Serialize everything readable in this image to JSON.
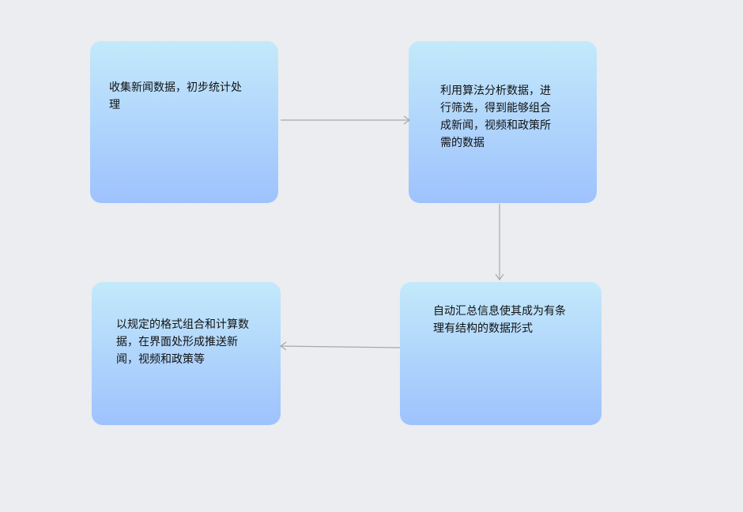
{
  "nodes": [
    {
      "id": "collect",
      "text": "收集新闻数据，初步统计处理"
    },
    {
      "id": "filter",
      "text": "利用算法分析数据，进行筛选，得到能够组合成新闻，视频和政策所需的数据"
    },
    {
      "id": "summarize",
      "text": "自动汇总信息使其成为有条理有结构的数据形式"
    },
    {
      "id": "output",
      "text": "以规定的格式组合和计算数据，在界面处形成推送新闻，视频和政策等"
    }
  ],
  "edges": [
    {
      "from": "collect",
      "to": "filter"
    },
    {
      "from": "filter",
      "to": "summarize"
    },
    {
      "from": "summarize",
      "to": "output"
    }
  ],
  "colors": {
    "background": "#ebedf0",
    "box_top": "#c3e9fb",
    "box_bottom": "#9ec2fd",
    "arrow": "#a8a8a8"
  }
}
